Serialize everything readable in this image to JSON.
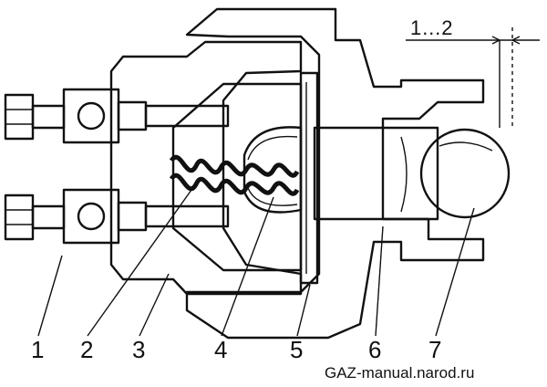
{
  "figure": {
    "dimension_label": "1…2",
    "watermark": "GAZ-manual.narod.ru",
    "callouts": [
      "1",
      "2",
      "3",
      "4",
      "5",
      "6",
      "7"
    ]
  },
  "colors": {
    "ink": "#111111",
    "paper": "#ffffff"
  }
}
